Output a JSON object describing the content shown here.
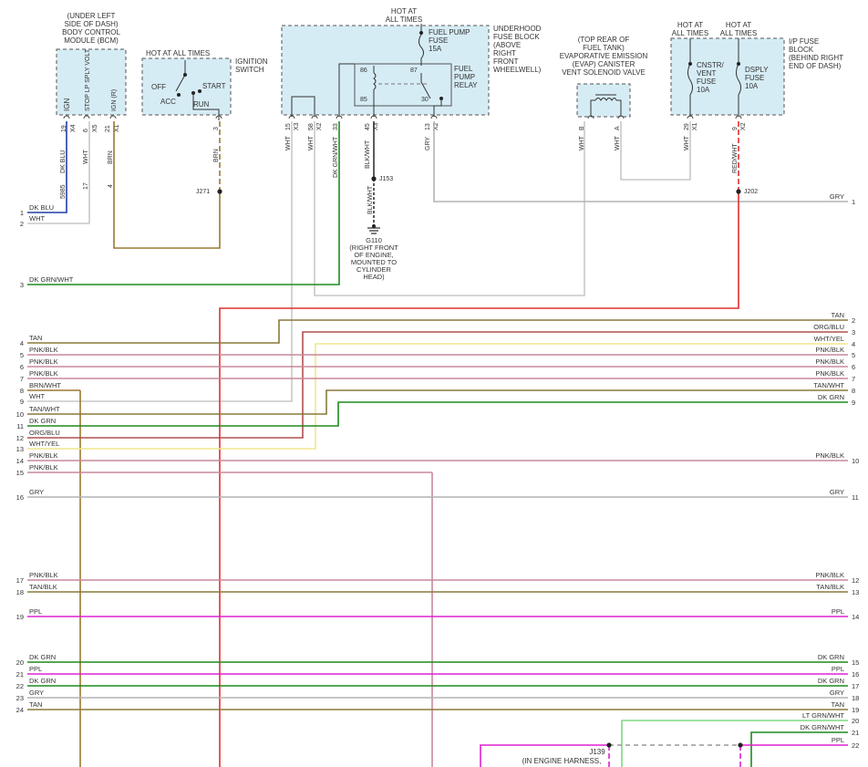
{
  "components": {
    "bcm": {
      "label_lines": [
        "(UNDER LEFT",
        "SIDE OF DASH)",
        "BODY CONTROL",
        "MODULE (BCM)"
      ],
      "pins": [
        {
          "name": "IGN",
          "num": "19",
          "conn": "X4"
        },
        {
          "name": "STOP LP SPLY VOLT",
          "num": "6",
          "conn": "X5"
        },
        {
          "name": "IGN (R)",
          "num": "21",
          "conn": "X1"
        }
      ]
    },
    "ignition_switch": {
      "hot": "HOT AT ALL TIMES",
      "label_lines": [
        "IGNITION",
        "SWITCH"
      ],
      "positions": {
        "off": "OFF",
        "acc": "ACC",
        "start": "START",
        "run": "RUN"
      },
      "pin": "3"
    },
    "underhood_fuse_block": {
      "label_lines": [
        "UNDERHOOD",
        "FUSE BLOCK",
        "(ABOVE",
        "RIGHT",
        "FRONT",
        "WHEELWELL)"
      ],
      "hot_lines": [
        "HOT AT",
        "ALL TIMES"
      ],
      "fuse_lines": [
        "FUEL PUMP",
        "FUSE",
        "15A"
      ],
      "relay_lines": [
        "FUEL",
        "PUMP",
        "RELAY"
      ],
      "relay_pins": [
        "86",
        "87",
        "85",
        "30"
      ],
      "pins": [
        {
          "color": "WHT",
          "num": "15",
          "conn": "X3"
        },
        {
          "color": "WHT",
          "num": "58",
          "conn": "X2"
        },
        {
          "color": "DK GRN/WHT",
          "num": "33",
          "conn": ""
        },
        {
          "color": "BLK/WHT",
          "num": "45",
          "conn": "X3"
        },
        {
          "color": "GRY",
          "num": "13",
          "conn": "X2"
        }
      ]
    },
    "evap_valve": {
      "label_lines": [
        "(TOP REAR OF",
        "FUEL TANK)",
        "EVAPORATIVE EMISSION",
        "(EVAP) CANISTER",
        "VENT SOLENOID VALVE"
      ],
      "pins": [
        {
          "color": "WHT",
          "num": "B"
        },
        {
          "color": "WHT",
          "num": "A"
        }
      ]
    },
    "ip_fuse_block": {
      "label_lines": [
        "I/P FUSE",
        "BLOCK",
        "(BEHIND RIGHT",
        "END OF DASH)"
      ],
      "hot1": [
        "HOT AT",
        "ALL TIMES"
      ],
      "hot2": [
        "HOT AT",
        "ALL TIMES"
      ],
      "fuse1": [
        "CNSTR/",
        "VENT",
        "FUSE",
        "10A"
      ],
      "fuse2": [
        "DSPLY",
        "FUSE",
        "10A"
      ],
      "pins": [
        {
          "color": "WHT",
          "num": "29",
          "conn": "X1"
        },
        {
          "color": "RED/WHT",
          "num": "9",
          "conn": "X2"
        }
      ]
    }
  },
  "vertical_labels": {
    "bcm_wires": [
      {
        "color": "DK BLU",
        "circuit": "5985"
      },
      {
        "color": "WHT",
        "circuit": "17"
      },
      {
        "color": "BRN",
        "circuit": "4"
      }
    ],
    "ign_wire": "BRN"
  },
  "splices": {
    "j271": "J271",
    "j153": "J153",
    "j202": "J202",
    "j139_lines": [
      "J139",
      "(IN ENGINE HARNESS,"
    ]
  },
  "ground": {
    "wire": "BLK/WHT",
    "label_lines": [
      "G110",
      "(RIGHT FRONT",
      "OF ENGINE,",
      "MOUNTED TO",
      "CYLINDER",
      "HEAD)"
    ]
  },
  "left_wires": [
    {
      "num": "1",
      "label": "DK BLU",
      "color": "#1f3fa5"
    },
    {
      "num": "2",
      "label": "WHT",
      "color": "#c8c8c8"
    },
    {
      "num": "3",
      "label": "DK GRN/WHT",
      "color": "#1e8a1e"
    },
    {
      "num": "4",
      "label": "TAN",
      "color": "#8a7a3a"
    },
    {
      "num": "5",
      "label": "PNK/BLK",
      "color": "#c8889c"
    },
    {
      "num": "6",
      "label": "PNK/BLK",
      "color": "#c8889c"
    },
    {
      "num": "7",
      "label": "PNK/BLK",
      "color": "#c8889c"
    },
    {
      "num": "8",
      "label": "BRN/WHT",
      "color": "#9a7a30"
    },
    {
      "num": "9",
      "label": "WHT",
      "color": "#c8c8c8"
    },
    {
      "num": "10",
      "label": "TAN/WHT",
      "color": "#8a7a3a"
    },
    {
      "num": "11",
      "label": "DK GRN",
      "color": "#1e8a1e"
    },
    {
      "num": "12",
      "label": "ORG/BLU",
      "color": "#b05050"
    },
    {
      "num": "13",
      "label": "WHT/YEL",
      "color": "#f0e68c"
    },
    {
      "num": "14",
      "label": "PNK/BLK",
      "color": "#c8889c"
    },
    {
      "num": "15",
      "label": "PNK/BLK",
      "color": "#c8889c"
    },
    {
      "num": "16",
      "label": "GRY",
      "color": "#b4b4b4"
    },
    {
      "num": "17",
      "label": "PNK/BLK",
      "color": "#c8889c"
    },
    {
      "num": "18",
      "label": "TAN/BLK",
      "color": "#8a7a3a"
    },
    {
      "num": "19",
      "label": "PPL",
      "color": "#e020d0"
    },
    {
      "num": "20",
      "label": "DK GRN",
      "color": "#1e8a1e"
    },
    {
      "num": "21",
      "label": "PPL",
      "color": "#e020d0"
    },
    {
      "num": "22",
      "label": "DK GRN",
      "color": "#1e8a1e"
    },
    {
      "num": "23",
      "label": "GRY",
      "color": "#b4b4b4"
    },
    {
      "num": "24",
      "label": "TAN",
      "color": "#8a7a3a"
    }
  ],
  "right_wires": [
    {
      "num": "1",
      "label": "GRY",
      "color": "#b4b4b4"
    },
    {
      "num": "2",
      "label": "TAN",
      "color": "#8a7a3a"
    },
    {
      "num": "3",
      "label": "ORG/BLU",
      "color": "#b05050"
    },
    {
      "num": "4",
      "label": "WHT/YEL",
      "color": "#f0e68c"
    },
    {
      "num": "5",
      "label": "PNK/BLK",
      "color": "#c8889c"
    },
    {
      "num": "6",
      "label": "PNK/BLK",
      "color": "#c8889c"
    },
    {
      "num": "7",
      "label": "PNK/BLK",
      "color": "#c8889c"
    },
    {
      "num": "8",
      "label": "TAN/WHT",
      "color": "#8a7a3a"
    },
    {
      "num": "9",
      "label": "DK GRN",
      "color": "#1e8a1e"
    },
    {
      "num": "10",
      "label": "PNK/BLK",
      "color": "#c8889c"
    },
    {
      "num": "11",
      "label": "GRY",
      "color": "#b4b4b4"
    },
    {
      "num": "12",
      "label": "PNK/BLK",
      "color": "#c8889c"
    },
    {
      "num": "13",
      "label": "TAN/BLK",
      "color": "#8a7a3a"
    },
    {
      "num": "14",
      "label": "PPL",
      "color": "#e020d0"
    },
    {
      "num": "15",
      "label": "DK GRN",
      "color": "#1e8a1e"
    },
    {
      "num": "16",
      "label": "PPL",
      "color": "#e020d0"
    },
    {
      "num": "17",
      "label": "DK GRN",
      "color": "#1e8a1e"
    },
    {
      "num": "18",
      "label": "GRY",
      "color": "#b4b4b4"
    },
    {
      "num": "19",
      "label": "TAN",
      "color": "#8a7a3a"
    },
    {
      "num": "20",
      "label": "LT GRN/WHT",
      "color": "#7ed87e"
    },
    {
      "num": "21",
      "label": "DK GRN/WHT",
      "color": "#1e8a1e"
    },
    {
      "num": "22",
      "label": "PPL",
      "color": "#e020d0"
    }
  ],
  "colors": {
    "red": "#e03030",
    "red_white": "#e03030",
    "brown": "#9a7a30",
    "gray": "#b4b4b4",
    "white": "#c8c8c8",
    "dk_green": "#1e8a1e",
    "dk_blue": "#1f3fa5",
    "purple": "#e020d0",
    "lt_green": "#7ed87e",
    "black": "#333333"
  }
}
